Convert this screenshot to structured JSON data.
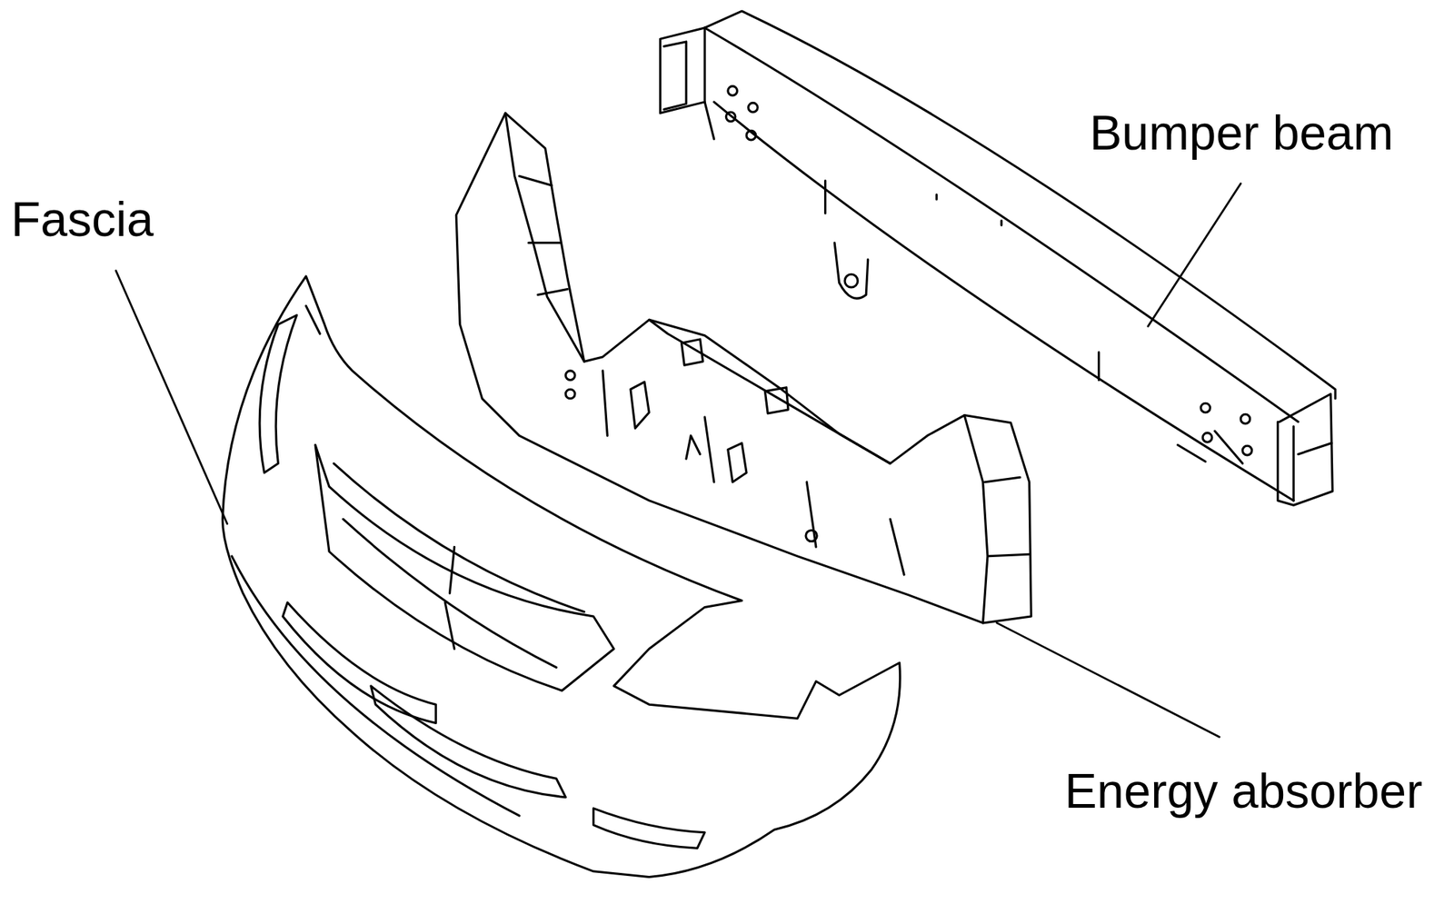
{
  "diagram": {
    "labels": [
      "Fascia",
      "Bumper beam",
      "Energy absorber"
    ]
  }
}
